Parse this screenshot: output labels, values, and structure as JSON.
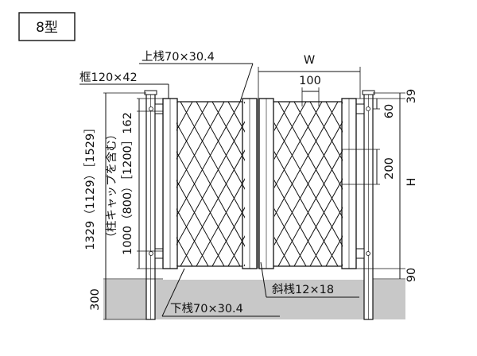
{
  "model_label": "8型",
  "labels": {
    "top_rail": "上桟70×30.4",
    "frame": "框120×42",
    "width": "W",
    "lattice_pitch": "100",
    "bottom_rail": "下桟70×30.4",
    "diagonal_slat": "斜桟12×18",
    "post_height_main": "1329（1129）［1529］",
    "post_height_note": "（柱キャップを含む）",
    "leaf_height": "1000（800）［1200］162",
    "dim_39": "39",
    "dim_60": "60",
    "dim_200": "200",
    "height": "H",
    "dim_90": "90",
    "dim_300": "300"
  },
  "colors": {
    "line": "#111111",
    "ground": "#c8c8c8",
    "background": "#ffffff"
  }
}
